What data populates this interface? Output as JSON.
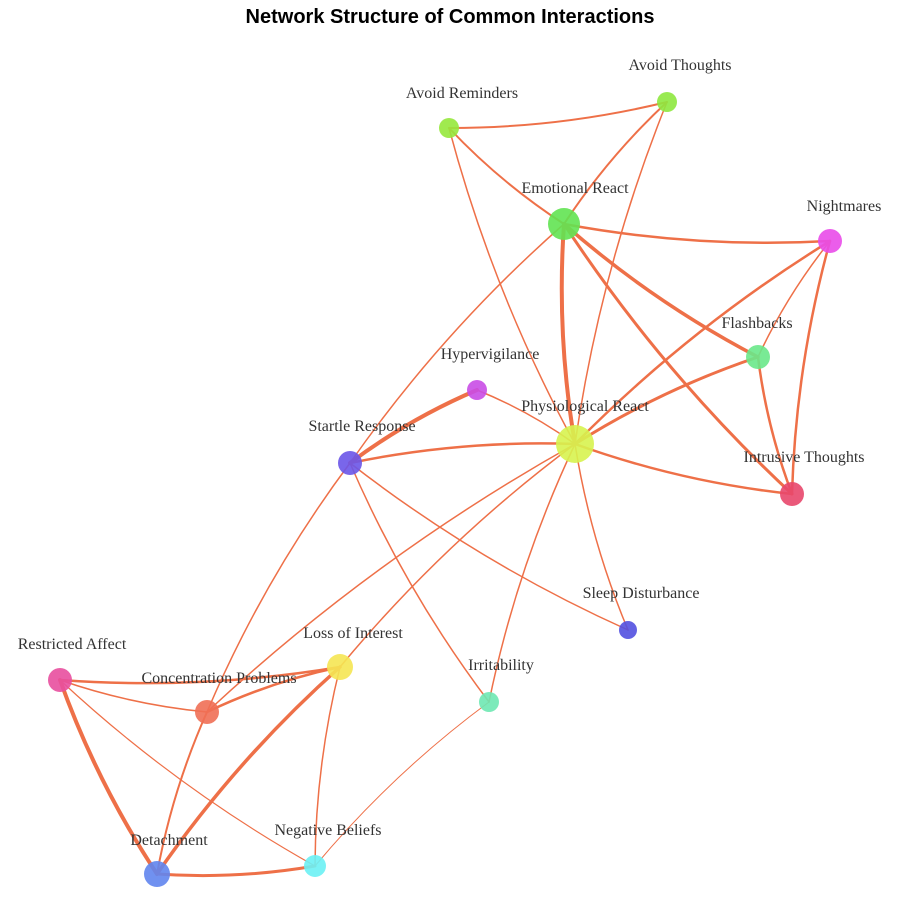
{
  "title": "Network Structure of Common Interactions",
  "edge_color": "#ee7048",
  "nodes": [
    {
      "id": "avoid_reminders",
      "label": "Avoid Reminders",
      "color": "#96e83c"
    },
    {
      "id": "avoid_thoughts",
      "label": "Avoid Thoughts",
      "color": "#8ee83f"
    },
    {
      "id": "emotional_react",
      "label": "Emotional React",
      "color": "#62e352"
    },
    {
      "id": "nightmares",
      "label": "Nightmares",
      "color": "#e94be9"
    },
    {
      "id": "flashbacks",
      "label": "Flashbacks",
      "color": "#6ae88a"
    },
    {
      "id": "hypervigilance",
      "label": "Hypervigilance",
      "color": "#c94ce6"
    },
    {
      "id": "physiological_react",
      "label": "Physiological React",
      "color": "#d7f34f"
    },
    {
      "id": "startle_response",
      "label": "Startle Response",
      "color": "#6a55e8"
    },
    {
      "id": "intrusive_thoughts",
      "label": "Intrusive Thoughts",
      "color": "#e8476b"
    },
    {
      "id": "sleep_disturbance",
      "label": "Sleep Disturbance",
      "color": "#5250e0"
    },
    {
      "id": "restricted_affect",
      "label": "Restricted Affect",
      "color": "#e84f9e"
    },
    {
      "id": "loss_of_interest",
      "label": "Loss of Interest",
      "color": "#f5e653"
    },
    {
      "id": "concentration_problems",
      "label": "Concentration Problems",
      "color": "#ef6f55"
    },
    {
      "id": "irritability",
      "label": "Irritability",
      "color": "#6ee8b2"
    },
    {
      "id": "detachment",
      "label": "Detachment",
      "color": "#6185ee"
    },
    {
      "id": "negative_beliefs",
      "label": "Negative Beliefs",
      "color": "#6cf1f4"
    }
  ],
  "edges": [
    {
      "from": "avoid_reminders",
      "to": "avoid_thoughts",
      "weight": 2
    },
    {
      "from": "avoid_reminders",
      "to": "emotional_react",
      "weight": 2
    },
    {
      "from": "avoid_reminders",
      "to": "physiological_react",
      "weight": 1.5
    },
    {
      "from": "avoid_thoughts",
      "to": "emotional_react",
      "weight": 2
    },
    {
      "from": "avoid_thoughts",
      "to": "physiological_react",
      "weight": 1.5
    },
    {
      "from": "emotional_react",
      "to": "nightmares",
      "weight": 2.5
    },
    {
      "from": "emotional_react",
      "to": "flashbacks",
      "weight": 3.5
    },
    {
      "from": "emotional_react",
      "to": "physiological_react",
      "weight": 4
    },
    {
      "from": "emotional_react",
      "to": "intrusive_thoughts",
      "weight": 3
    },
    {
      "from": "emotional_react",
      "to": "startle_response",
      "weight": 1.5
    },
    {
      "from": "nightmares",
      "to": "flashbacks",
      "weight": 1.5
    },
    {
      "from": "nightmares",
      "to": "intrusive_thoughts",
      "weight": 2.5
    },
    {
      "from": "nightmares",
      "to": "physiological_react",
      "weight": 2.5
    },
    {
      "from": "flashbacks",
      "to": "physiological_react",
      "weight": 3
    },
    {
      "from": "flashbacks",
      "to": "intrusive_thoughts",
      "weight": 2.5
    },
    {
      "from": "physiological_react",
      "to": "intrusive_thoughts",
      "weight": 2.5
    },
    {
      "from": "physiological_react",
      "to": "startle_response",
      "weight": 2.5
    },
    {
      "from": "physiological_react",
      "to": "hypervigilance",
      "weight": 1.5
    },
    {
      "from": "physiological_react",
      "to": "sleep_disturbance",
      "weight": 1.5
    },
    {
      "from": "physiological_react",
      "to": "irritability",
      "weight": 1.5
    },
    {
      "from": "physiological_react",
      "to": "loss_of_interest",
      "weight": 1.5
    },
    {
      "from": "physiological_react",
      "to": "concentration_problems",
      "weight": 1.5
    },
    {
      "from": "hypervigilance",
      "to": "startle_response",
      "weight": 4
    },
    {
      "from": "startle_response",
      "to": "sleep_disturbance",
      "weight": 1.5
    },
    {
      "from": "startle_response",
      "to": "irritability",
      "weight": 1.5
    },
    {
      "from": "startle_response",
      "to": "concentration_problems",
      "weight": 1.5
    },
    {
      "from": "restricted_affect",
      "to": "loss_of_interest",
      "weight": 2.5
    },
    {
      "from": "restricted_affect",
      "to": "concentration_problems",
      "weight": 1.5
    },
    {
      "from": "restricted_affect",
      "to": "detachment",
      "weight": 4
    },
    {
      "from": "restricted_affect",
      "to": "negative_beliefs",
      "weight": 1.2
    },
    {
      "from": "loss_of_interest",
      "to": "concentration_problems",
      "weight": 2.5
    },
    {
      "from": "loss_of_interest",
      "to": "detachment",
      "weight": 3.5
    },
    {
      "from": "loss_of_interest",
      "to": "negative_beliefs",
      "weight": 1.5
    },
    {
      "from": "concentration_problems",
      "to": "detachment",
      "weight": 2
    },
    {
      "from": "detachment",
      "to": "negative_beliefs",
      "weight": 3
    },
    {
      "from": "irritability",
      "to": "negative_beliefs",
      "weight": 1
    }
  ]
}
